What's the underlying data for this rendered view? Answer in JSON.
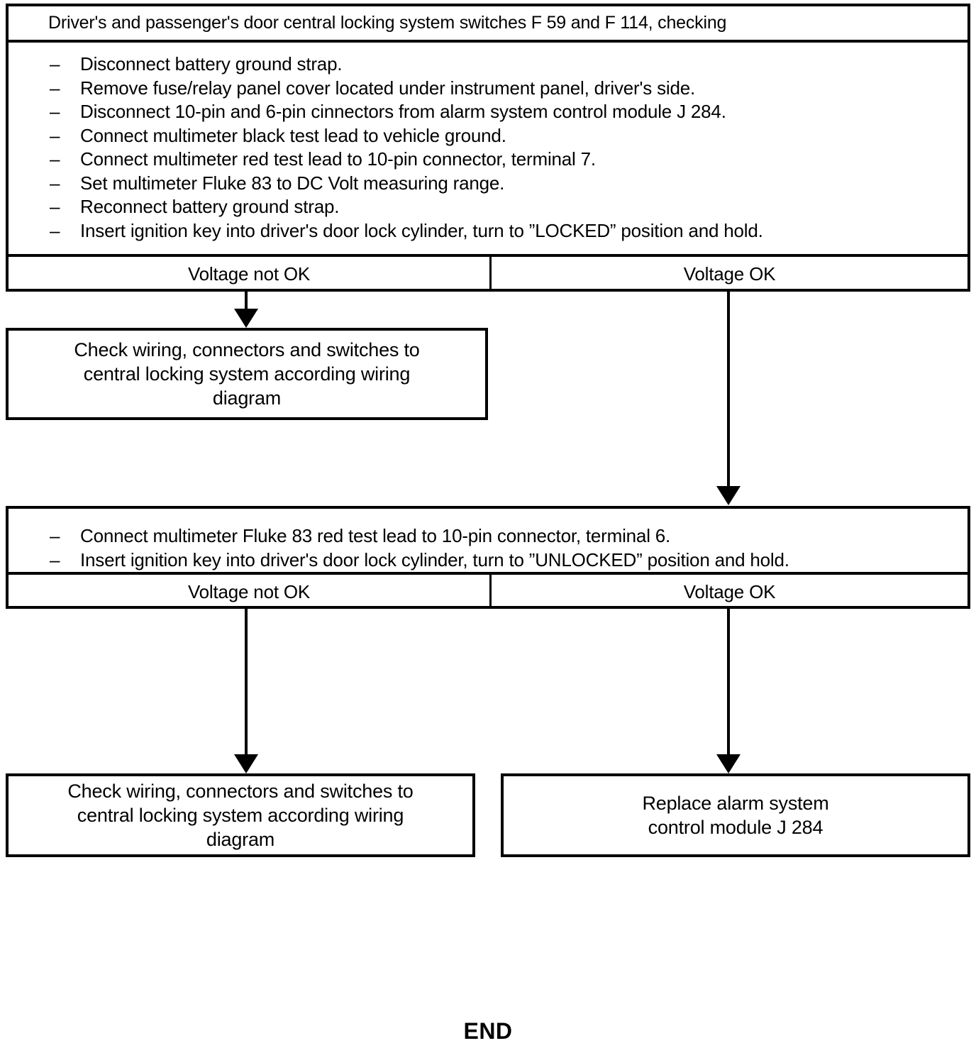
{
  "diagram": {
    "type": "flowchart",
    "title": "Driver's and passenger's door central locking system switches F 59 and F 114, checking",
    "end_label": "END",
    "dash_marker": "–",
    "blocks": [
      {
        "id": "test-block-1",
        "header": "Driver's and passenger's door central locking system switches F 59 and F 114, checking",
        "steps": [
          "Disconnect battery ground strap.",
          "Remove fuse/relay panel cover located under instrument panel, driver's side.",
          "Disconnect 10-pin and 6-pin cinnectors from alarm system control module J 284.",
          "Connect multimeter black test lead to vehicle ground.",
          "Connect multimeter red test lead to 10-pin connector, terminal 7.",
          "Set multimeter Fluke 83 to DC Volt measuring range.",
          "Reconnect battery ground strap.",
          "Insert ignition key into driver's door lock cylinder, turn to ”LOCKED” position and hold."
        ],
        "branches": [
          {
            "id": "branch-1-not-ok",
            "label": "Voltage not OK"
          },
          {
            "id": "branch-1-ok",
            "label": "Voltage OK"
          }
        ]
      },
      {
        "id": "test-block-2",
        "steps": [
          "Connect multimeter Fluke 83 red test lead to 10-pin connector, terminal 6.",
          "Insert ignition key into driver's door lock cylinder, turn to ”UNLOCKED” position and hold."
        ],
        "branches": [
          {
            "id": "branch-2-not-ok",
            "label": "Voltage not OK"
          },
          {
            "id": "branch-2-ok",
            "label": "Voltage OK"
          }
        ]
      }
    ],
    "results": [
      {
        "id": "result-check-wiring-1",
        "lines": [
          "Check wiring, connectors and switches to",
          "central locking system according wiring",
          "diagram"
        ],
        "text": "Check wiring, connectors and switches to central locking system according wiring diagram"
      },
      {
        "id": "result-check-wiring-2",
        "lines": [
          "Check wiring, connectors and switches to",
          "central locking system according wiring",
          "diagram"
        ],
        "text": "Check wiring, connectors and switches to central locking system according wiring diagram"
      },
      {
        "id": "result-replace-module",
        "lines": [
          "Replace alarm system",
          "control module J 284"
        ],
        "text": "Replace alarm system control module J 284"
      }
    ],
    "colors": {
      "ink": "#000000",
      "paper": "#ffffff"
    }
  }
}
